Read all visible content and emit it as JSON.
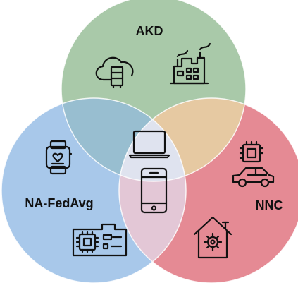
{
  "sets": [
    {
      "id": "akd",
      "label": "AKD",
      "color": "#a9c9a9",
      "icons": [
        "cloud-server-icon",
        "factory-icon"
      ]
    },
    {
      "id": "nafedavg",
      "label": "NA-FedAvg",
      "color": "#a8c8ea",
      "icons": [
        "smartwatch-icon",
        "circuit-board-icon"
      ]
    },
    {
      "id": "nnc",
      "label": "NNC",
      "color": "#e58a94",
      "icons": [
        "car-chip-icon",
        "smart-home-icon"
      ]
    }
  ],
  "overlaps": {
    "akd_nafedavg": {
      "color": "#98bed0"
    },
    "akd_nnc": {
      "color": "#e6c9a2"
    },
    "nafedavg_nnc": {
      "color": "#e3c7d6"
    },
    "center": {
      "color": "#dfe3ef",
      "icons": [
        "laptop-icon",
        "smartphone-icon"
      ]
    }
  }
}
